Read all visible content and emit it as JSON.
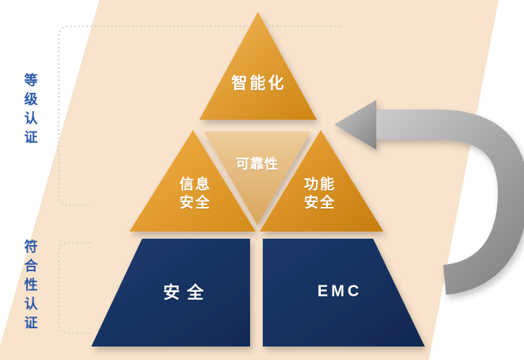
{
  "diagram": {
    "pyramid": {
      "top": {
        "label": "智能化"
      },
      "middle": {
        "left": {
          "line1": "信息",
          "line2": "安全"
        },
        "center": {
          "label": "可靠性"
        },
        "right": {
          "line1": "功能",
          "line2": "安全"
        }
      },
      "bottom": {
        "left": {
          "label": "安全"
        },
        "right": {
          "label": "EMC"
        }
      }
    },
    "brackets": {
      "upper_label": "等级认证",
      "lower_label": "符合性认证"
    },
    "colors": {
      "background_band": "#f8e3cc",
      "tier_orange": "#e9a63a",
      "tier_orange_dark": "#cd8714",
      "tier_tan": "#e2b877",
      "tier_navy": "#16315f",
      "bracket_label_blue": "#2d59a8",
      "arrow_gray": "#9c9c9c",
      "dotted_line_gray": "#cbcbcb",
      "label_white": "#ffffff"
    }
  }
}
